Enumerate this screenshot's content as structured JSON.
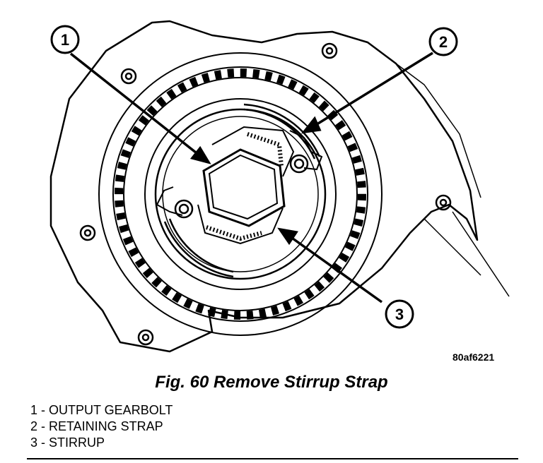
{
  "figure": {
    "ref_code": "80af6221",
    "caption": "Fig. 60 Remove Stirrup Strap"
  },
  "callouts": [
    {
      "number": "1"
    },
    {
      "number": "2"
    },
    {
      "number": "3"
    }
  ],
  "legend": [
    {
      "text": "1 - OUTPUT GEARBOLT"
    },
    {
      "text": "2 - RETAINING STRAP"
    },
    {
      "text": "3 - STIRRUP"
    }
  ]
}
